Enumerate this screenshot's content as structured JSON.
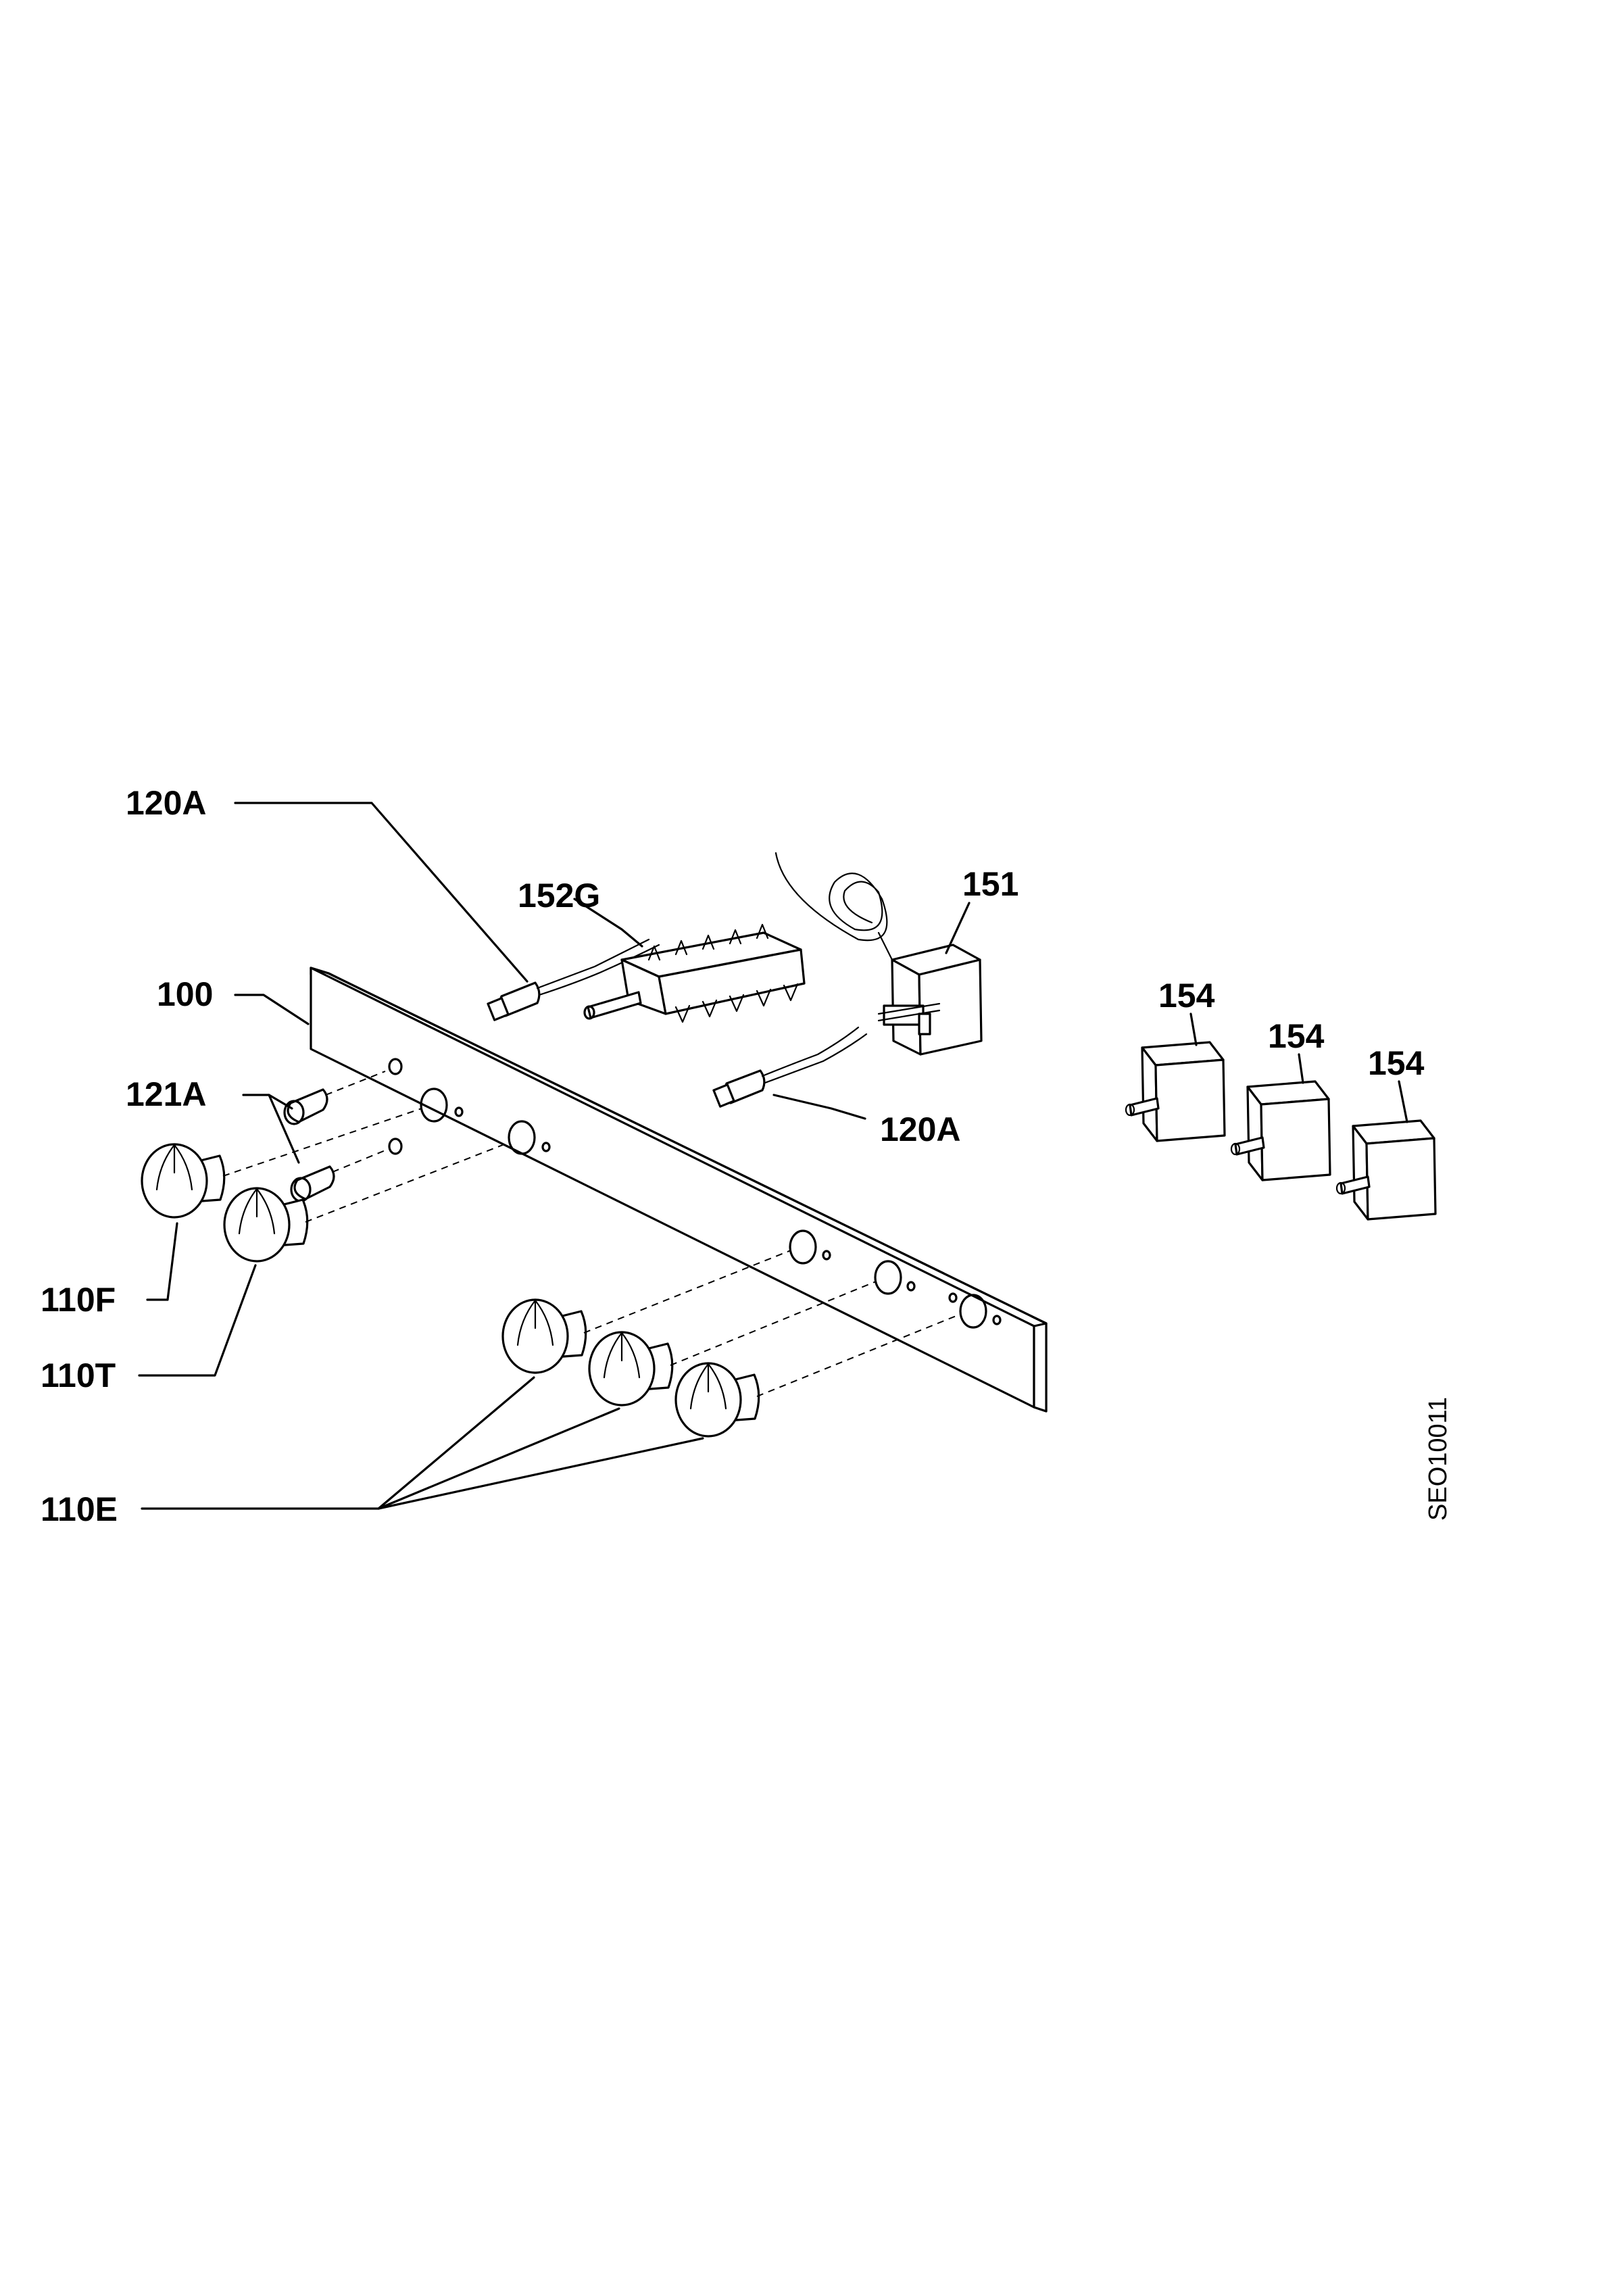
{
  "labels": {
    "panel": "100",
    "lamp_holder_top": "120A",
    "lamp_holder_bottom": "120A",
    "lamp_lens": "121A",
    "selector_switch": "152G",
    "thermostat": "151",
    "switch_1": "154",
    "switch_2": "154",
    "switch_3": "154",
    "knob_f": "110F",
    "knob_t": "110T",
    "knob_e": "110E"
  },
  "drawing_code": "SEO10011"
}
